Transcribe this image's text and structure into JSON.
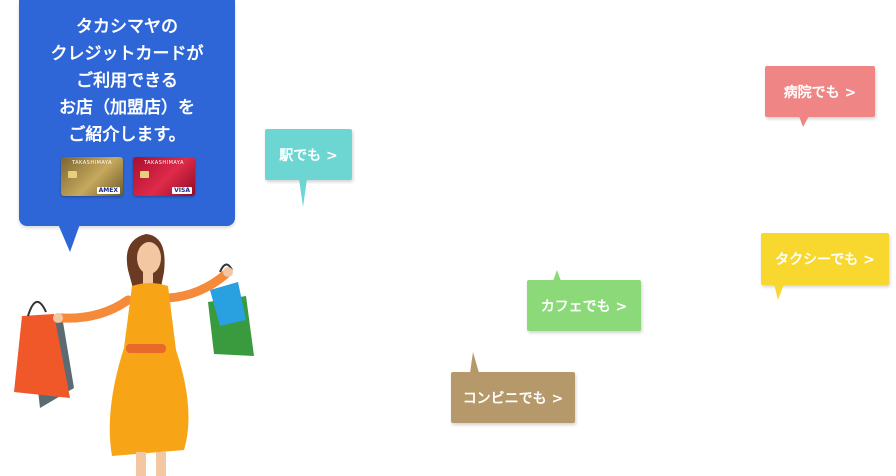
{
  "intro": {
    "text": "タカシマヤの\nクレジットカードが\nご利用できる\nお店（加盟店）を\nご紹介します。",
    "card_brand": "TAKASHIMAYA",
    "card_network_gold": "AMEX",
    "card_network_red": "VISA"
  },
  "links": {
    "station": "駅でも >",
    "hospital": "病院でも >",
    "taxi": "タクシーでも >",
    "cafe": "カフェでも >",
    "convenience": "コンビニでも >"
  },
  "colors": {
    "intro_bg": "#2e66d8",
    "station": "#6dd6d2",
    "hospital": "#ef8585",
    "taxi": "#f8d82f",
    "cafe": "#8cd97a",
    "convenience": "#b5996a"
  }
}
